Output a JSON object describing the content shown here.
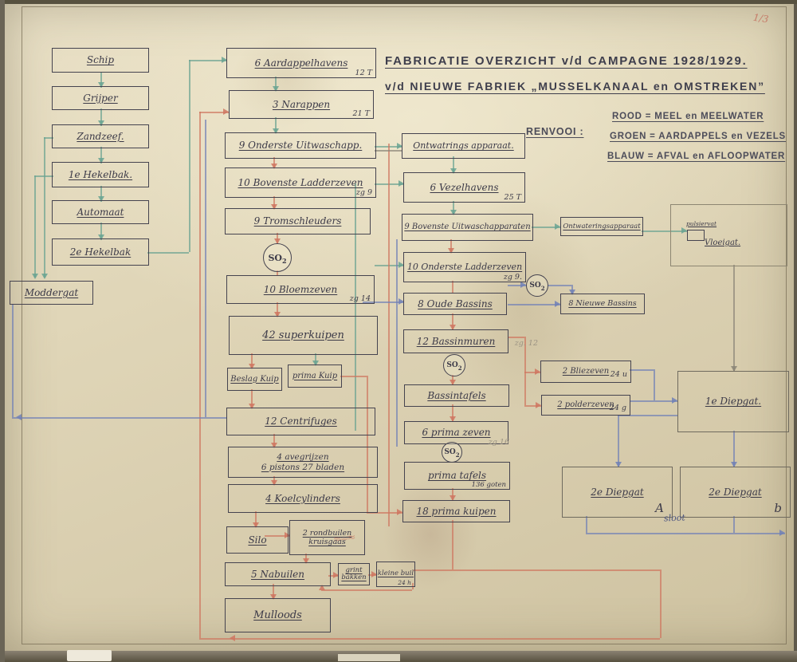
{
  "title": {
    "line1": "FABRICATIE OVERZICHT v/d CAMPAGNE 1928/1929.",
    "line2": "v/d NIEUWE FABRIEK „MUSSELKANAAL en OMSTREKEN”"
  },
  "legend": {
    "heading": "RENVOOI :",
    "items": [
      {
        "label": "ROOD = MEEL en MEELWATER",
        "color": "#c4574a"
      },
      {
        "label": "GROEN = AARDAPPELS en VEZELS",
        "color": "#69a392"
      },
      {
        "label": "BLAUW = AFVAL en AFLOOPWATER",
        "color": "#7080b6"
      }
    ]
  },
  "left_column": [
    {
      "label": "Schip"
    },
    {
      "label": "Grijper"
    },
    {
      "label": "Zandzeef."
    },
    {
      "label": "1e Hekelbak."
    },
    {
      "label": "Automaat"
    },
    {
      "label": "2e Hekelbak"
    },
    {
      "label": "Moddergat"
    }
  ],
  "mid_left": [
    {
      "label": "6 Aardappelhavens",
      "note": "12 T"
    },
    {
      "label": "3 Narappen",
      "note": "21 T"
    },
    {
      "label": "9 Onderste Uitwaschapp."
    },
    {
      "label": "10 Bovenste Ladderzeven",
      "note": "zg 9"
    },
    {
      "label": "9 Tromschleuders"
    },
    {
      "label": "10 Bloemzeven",
      "note": "zg 14"
    },
    {
      "label": "42 superkuipen"
    },
    {
      "label": "Beslag Kuip"
    },
    {
      "label": "prima Kuip"
    },
    {
      "label": "12 Centrifuges"
    },
    {
      "label": "4 avegrijzen",
      "label2": "6 pistons 27 bladen"
    },
    {
      "label": "4 Koelcylinders"
    },
    {
      "label": "Silo"
    },
    {
      "label": "2 rondbuilen",
      "label2": "kruisgaas"
    },
    {
      "label": "5 Nabuilen"
    },
    {
      "label": "grint",
      "label2": "bakken"
    },
    {
      "label": "kleine buil",
      "note": "24 h"
    },
    {
      "label": "Mulloods"
    }
  ],
  "middle": [
    {
      "label": "Ontwatrings apparaat."
    },
    {
      "label": "6 Vezelhavens",
      "note": "25 T"
    },
    {
      "label": "9 Bovenste Uitwaschapparaten"
    },
    {
      "label": "10 Onderste Ladderzeven",
      "note": "zg 9."
    },
    {
      "label": "8 Oude Bassins"
    },
    {
      "label": "12 Bassinmuren",
      "note": "zg. 12"
    },
    {
      "label": "Bassintafels"
    },
    {
      "label": "6 prima zeven",
      "note": "zg 16"
    },
    {
      "label": "prima tafels",
      "note": "136 goten"
    },
    {
      "label": "18 prima kuipen"
    }
  ],
  "right": [
    {
      "label": "Ontwateringsapparaat"
    },
    {
      "label": "8 Nieuwe Bassins"
    },
    {
      "label": "pulsiervat"
    },
    {
      "label": "Vloeigat."
    },
    {
      "label": "2 Bliezeven",
      "note": "24 u"
    },
    {
      "label": "2 polderzeven",
      "note": "24 g"
    },
    {
      "label": "1e Diepgat."
    },
    {
      "label": "2e Diepgat",
      "corner": "A"
    },
    {
      "label": "2e Diepgat",
      "corner": "b"
    }
  ],
  "so2": {
    "main": "SO",
    "sub": "2"
  },
  "annotations": {
    "sloot": "sloot",
    "corner_mark": "1/3",
    "scribble": "≈≈≈"
  },
  "colors": {
    "rood": "#c4574a",
    "groen": "#69a392",
    "blauw": "#7080b6",
    "inkt": "#3c3a48"
  }
}
